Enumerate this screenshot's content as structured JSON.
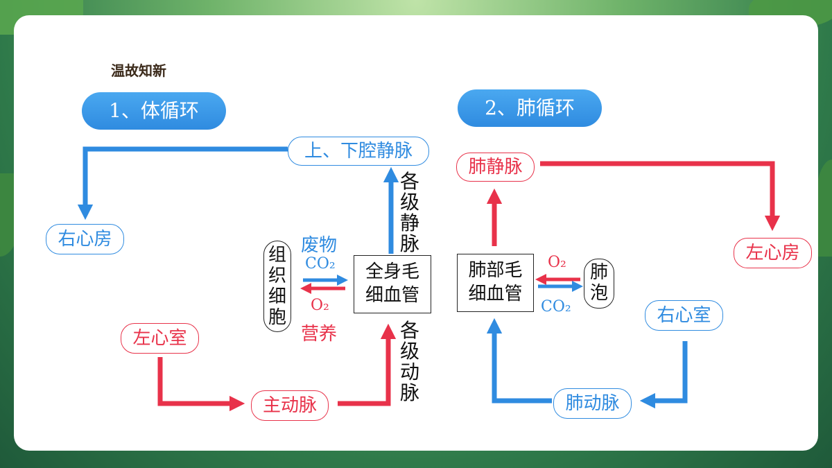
{
  "heading": "温故知新",
  "section1": {
    "title": "1、体循环"
  },
  "section2": {
    "title": "2、肺循环"
  },
  "systemic": {
    "vena_cava": "上、下腔静脉",
    "right_atrium": "右心房",
    "left_ventricle": "左心室",
    "aorta": "主动脉",
    "capillaries": [
      "全身毛",
      "细血管"
    ],
    "tissue_cells": "组织细胞",
    "veins_label": "各级静脉",
    "arteries_label": "各级动脉",
    "waste_label": "废物",
    "co2_label": "CO₂",
    "o2_label": "O₂",
    "nutrients_label": "营养"
  },
  "pulmonary": {
    "pulmonary_vein": "肺静脉",
    "left_atrium": "左心房",
    "right_ventricle": "右心室",
    "pulmonary_artery": "肺动脉",
    "capillaries": [
      "肺部毛",
      "细血管"
    ],
    "alveoli": "肺泡",
    "o2_label": "O₂",
    "co2_label": "CO₂"
  },
  "colors": {
    "blue": "#2f8be0",
    "red": "#e8324a"
  }
}
